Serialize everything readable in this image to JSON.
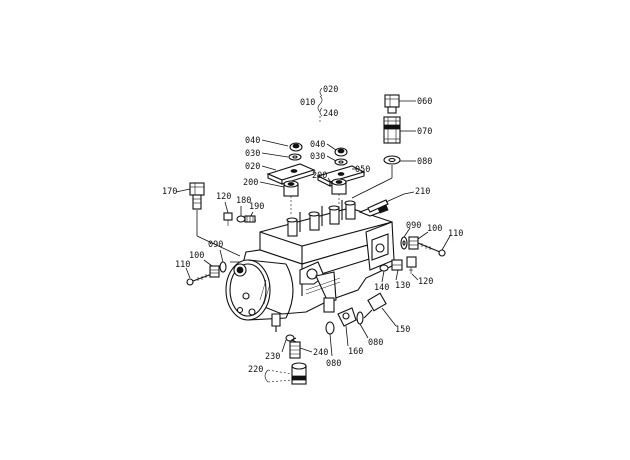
{
  "diagram": {
    "labels": {
      "l010": "010",
      "l020_top": "020",
      "l240_top": "240",
      "l060": "060",
      "l070": "070",
      "l080_top": "080",
      "l040_a": "040",
      "l030_a": "030",
      "l020_a": "020",
      "l040_b": "040",
      "l030_b": "030",
      "l050": "050",
      "l200_a": "200",
      "l200_b": "200",
      "l170": "170",
      "l120_a": "120",
      "l180": "180",
      "l190": "190",
      "l210": "210",
      "l090_a": "090",
      "l100_a": "100",
      "l110_a": "110",
      "l090_b": "090",
      "l100_b": "100",
      "l110_b": "110",
      "l140": "140",
      "l130": "130",
      "l120_b": "120",
      "l150": "150",
      "l080_b": "080",
      "l160": "160",
      "l080_c": "080",
      "l230": "230",
      "l240_b": "240",
      "l220": "220"
    }
  }
}
